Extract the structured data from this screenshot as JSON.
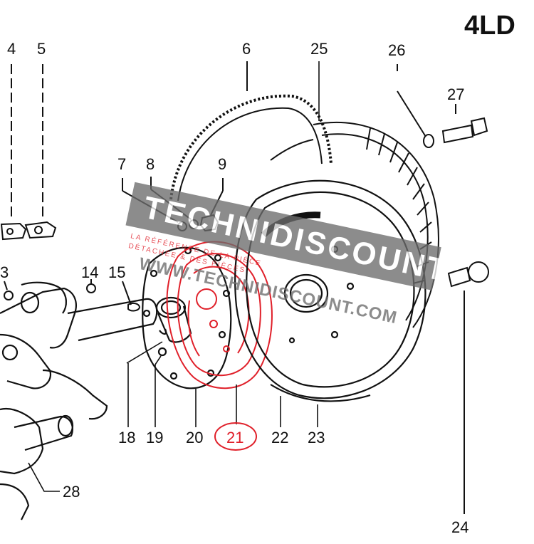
{
  "diagram": {
    "title": "4LD",
    "callouts": [
      "4",
      "5",
      "6",
      "25",
      "26",
      "27",
      "7",
      "8",
      "9",
      "3",
      "14",
      "15",
      "18",
      "19",
      "20",
      "21",
      "22",
      "23",
      "28",
      "24"
    ],
    "highlighted_callout": "21",
    "colors": {
      "ink": "#111111",
      "highlight": "#e0202a",
      "watermark": "#6d6d6d"
    }
  },
  "watermark": {
    "brand": "TECHNIDISCOUNT",
    "tagline_1": "LA RÉFÉRENCE DE LA PIÈCE",
    "tagline_2": "DÉTACHÉE & DES PIÈCES",
    "url": "WWW.TECHNIDISCOUNT.COM"
  }
}
